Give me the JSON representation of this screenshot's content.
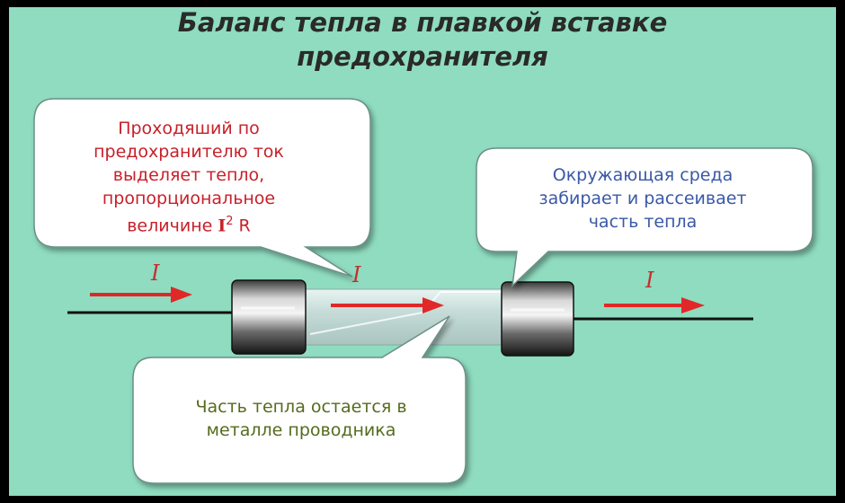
{
  "title": {
    "line1": "Баланс тепла в плавкой вставке",
    "line2": "предохранителя"
  },
  "bubbles": {
    "heat_generated": {
      "lines": [
        "Проходяший по",
        "предохранителю ток",
        "выделяет тепло,",
        "пропорциональное"
      ],
      "last_line_prefix": "величине ",
      "formula_base": "I",
      "formula_exponent": "2",
      "formula_tail": " R"
    },
    "environment": {
      "lines": [
        "Окружающая среда",
        "забирает и рассеивает",
        "часть тепла"
      ]
    },
    "metal": {
      "lines": [
        "Часть тепла остается в",
        "металле проводника"
      ]
    }
  },
  "current_labels": {
    "left": "I",
    "middle": "I",
    "right": "I"
  },
  "colors": {
    "background": "#8fdcc0",
    "bubble_fill": "#ffffff",
    "arrow": "#e02828",
    "heat_text": "#c8202a",
    "environment_text": "#3a58a8",
    "metal_text": "#556b1e"
  }
}
